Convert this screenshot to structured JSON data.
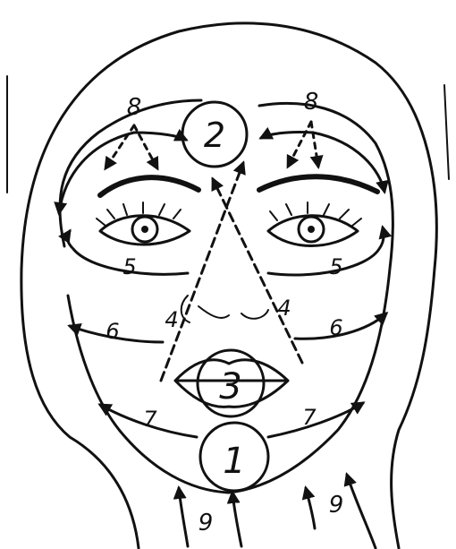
{
  "diagram": {
    "ink_color": "#111111",
    "background": "#ffffff",
    "labels": {
      "forehead": "2",
      "lips": "3",
      "chin": "1",
      "nose_left": "4",
      "nose_right": "4",
      "under_eye_left": "5",
      "under_eye_right": "5",
      "cheek_left": "6",
      "cheek_right": "6",
      "jaw_left": "7",
      "jaw_right": "7",
      "brow_left": "8",
      "brow_right": "8",
      "neck_left": "9",
      "neck_right": "9"
    }
  }
}
